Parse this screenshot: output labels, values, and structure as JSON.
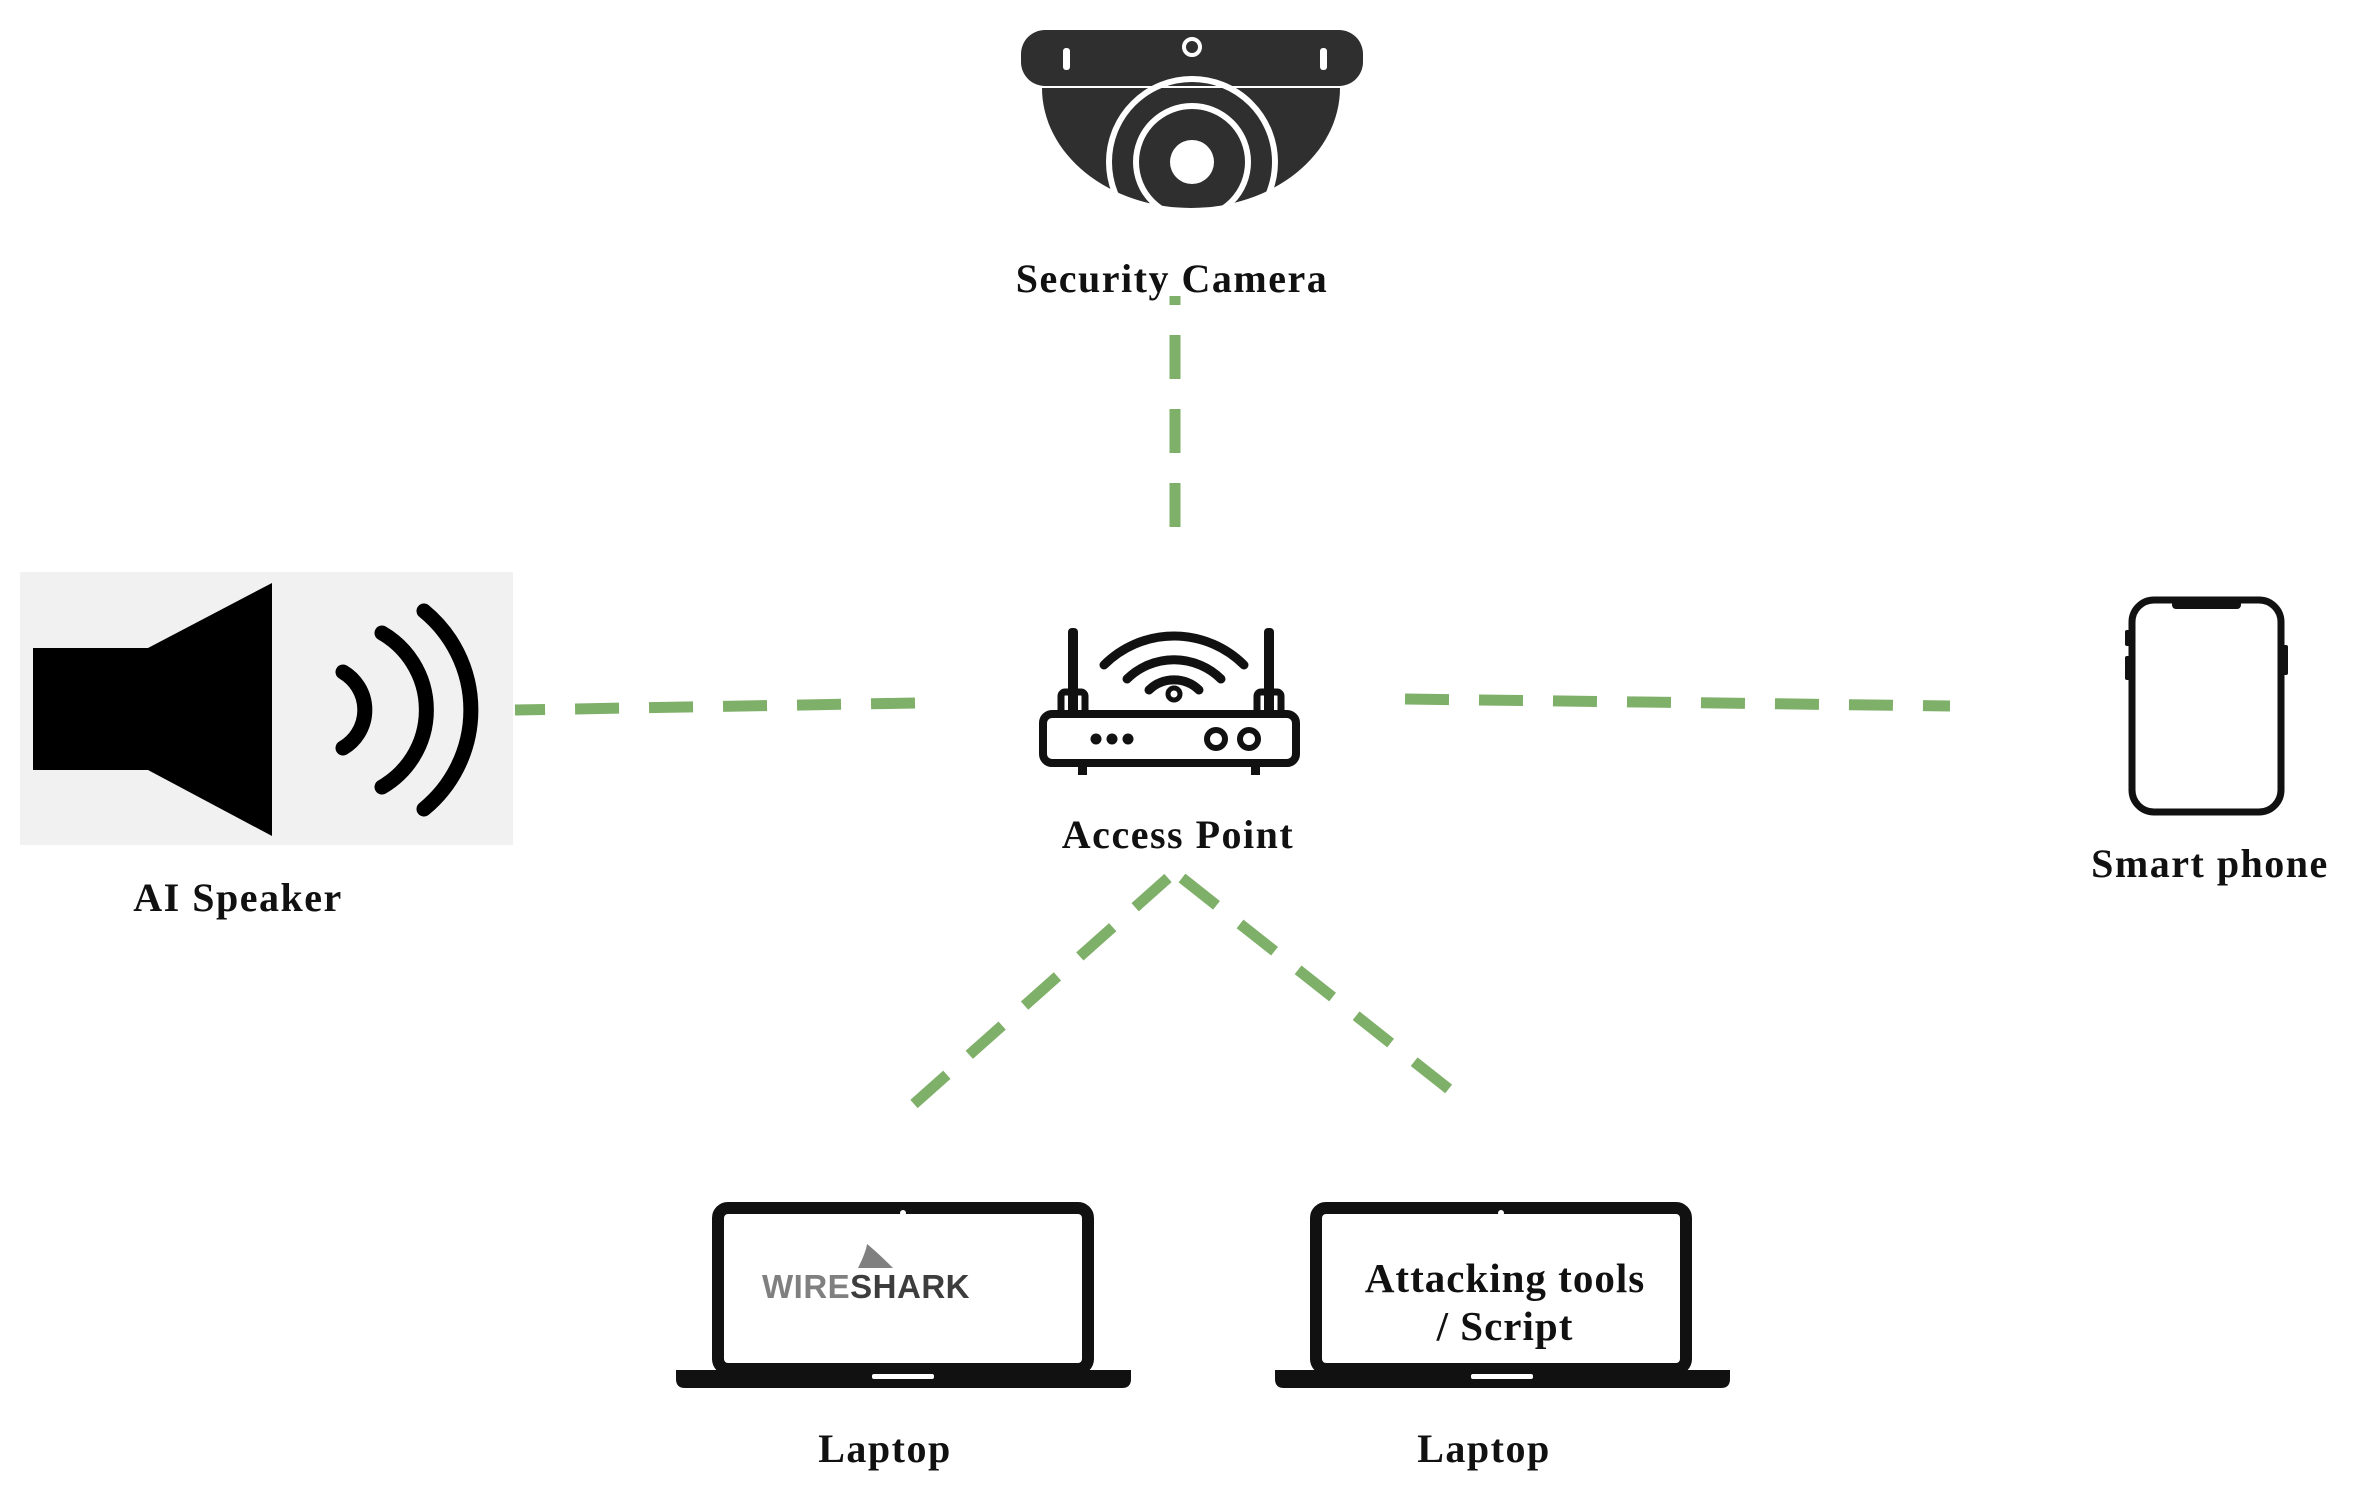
{
  "diagram": {
    "nodes": {
      "security_camera": {
        "label": "Security Camera",
        "icon": "dome-camera-icon"
      },
      "ai_speaker": {
        "label": "AI Speaker",
        "icon": "speaker-icon"
      },
      "access_point": {
        "label": "Access Point",
        "icon": "wifi-router-icon"
      },
      "smart_phone": {
        "label": "Smart phone",
        "icon": "smartphone-icon"
      },
      "laptop_wireshark": {
        "label": "Laptop",
        "icon": "laptop-icon",
        "screen_brand_a": "WIRE",
        "screen_brand_b": "SHARK"
      },
      "laptop_attacker": {
        "label": "Laptop",
        "icon": "laptop-icon",
        "screen_line_1": "Attacking tools",
        "screen_line_2": "/ Script"
      }
    },
    "connections": [
      {
        "from": "access_point",
        "to": "security_camera",
        "style": "dashed"
      },
      {
        "from": "access_point",
        "to": "ai_speaker",
        "style": "dashed"
      },
      {
        "from": "access_point",
        "to": "smart_phone",
        "style": "dashed"
      },
      {
        "from": "access_point",
        "to": "laptop_wireshark",
        "style": "dashed"
      },
      {
        "from": "access_point",
        "to": "laptop_attacker",
        "style": "dashed"
      }
    ],
    "colors": {
      "link": "#7fb069",
      "icon": "#111111",
      "camera_body": "#2f2f2f",
      "speaker_bg": "#f1f1f1",
      "wireshark_gray": "#808080",
      "wireshark_dark": "#3d3d3d"
    }
  }
}
